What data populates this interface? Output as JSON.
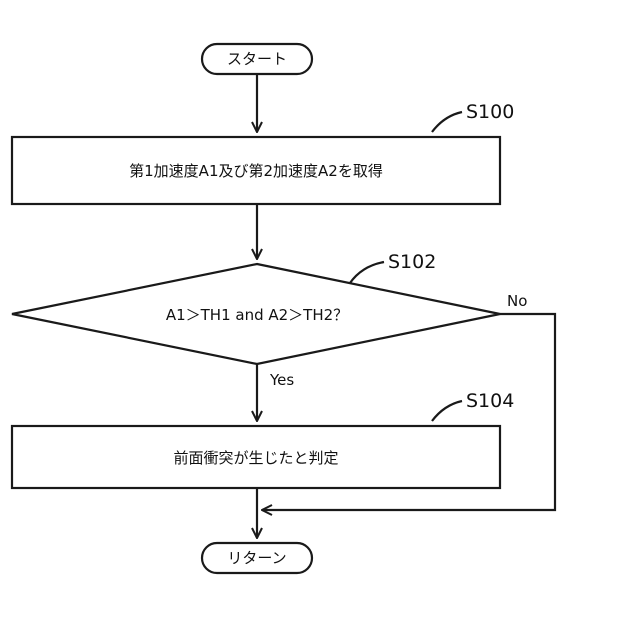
{
  "flowchart": {
    "start_label": "スタート",
    "end_label": "リターン",
    "steps": [
      {
        "id": "S100",
        "label": "第1加速度A1及び第2加速度A2を取得"
      },
      {
        "id": "S102",
        "label": "A1＞TH1 and A2＞TH2？"
      },
      {
        "id": "S104",
        "label": "前面衝突が生じたと判定"
      }
    ],
    "branches": {
      "yes": "Yes",
      "no": "No"
    }
  }
}
